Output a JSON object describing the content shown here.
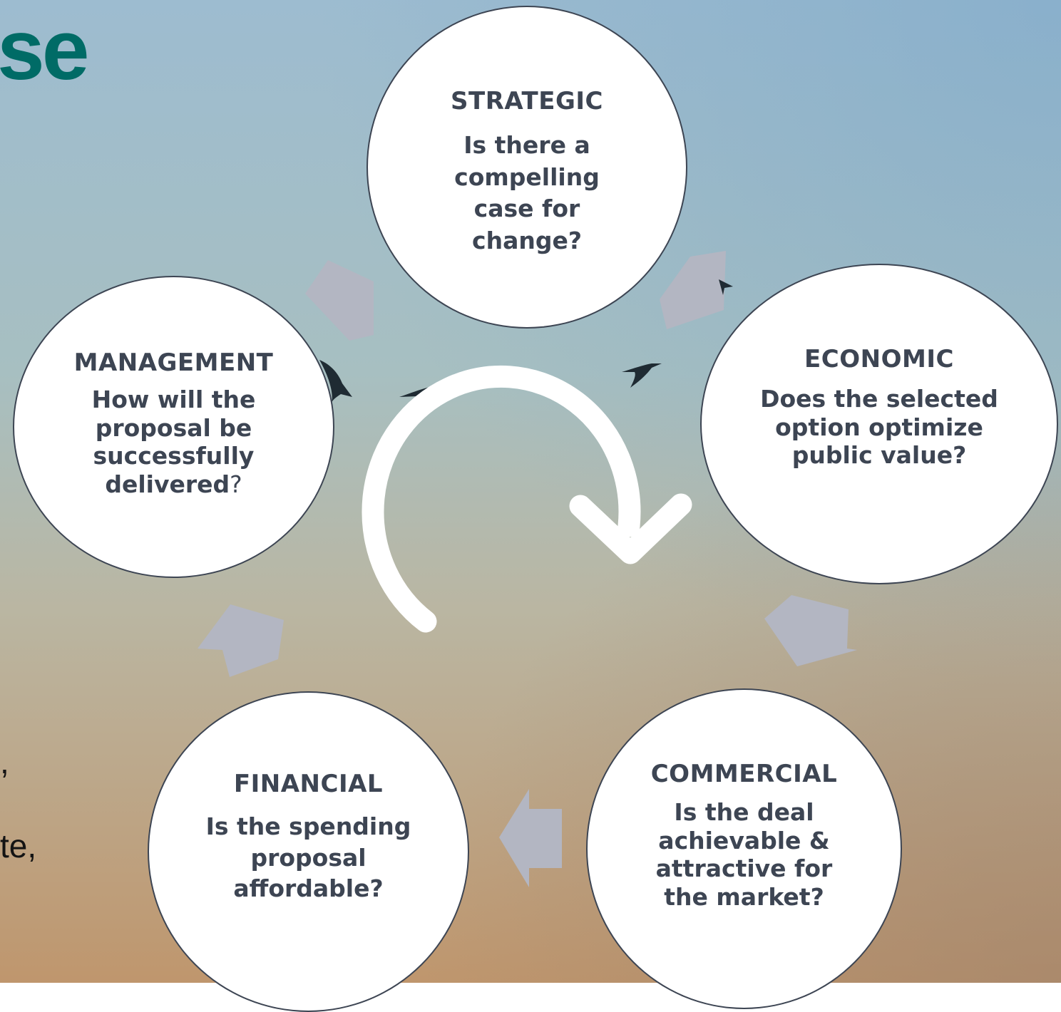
{
  "slide": {
    "title_fragment": "se",
    "side_text": [
      ",",
      "te,"
    ]
  },
  "colors": {
    "title": "#006b66",
    "circle_fill": "#ffffff",
    "circle_border": "#3d4553",
    "circle_text": "#3d4553",
    "flow_arrow": "#b3b6c2",
    "cycle_arrow": "#ffffff",
    "birds": "#1f2b33"
  },
  "icons": {
    "cycle": "clockwise-cycle-arrow-icon",
    "flow": "flow-arrow-icon",
    "birds": "bird-icon"
  },
  "diagram": {
    "nodes": [
      {
        "id": "strategic",
        "heading": "STRATEGIC",
        "question": "Is there a compelling case for change?"
      },
      {
        "id": "economic",
        "heading": "ECONOMIC",
        "question": "Does the selected option optimize public value?"
      },
      {
        "id": "commercial",
        "heading": "COMMERCIAL",
        "question": "Is the deal achievable & attractive for the market?"
      },
      {
        "id": "financial",
        "heading": "FINANCIAL",
        "question": "Is the spending proposal affordable?"
      },
      {
        "id": "management",
        "heading": "MANAGEMENT",
        "question_bold": "How will the proposal be successfully delivered",
        "question_tail": "?"
      }
    ],
    "edges": [
      {
        "from": "strategic",
        "to": "economic"
      },
      {
        "from": "economic",
        "to": "commercial"
      },
      {
        "from": "commercial",
        "to": "financial"
      },
      {
        "from": "financial",
        "to": "management"
      },
      {
        "from": "management",
        "to": "strategic"
      }
    ]
  }
}
